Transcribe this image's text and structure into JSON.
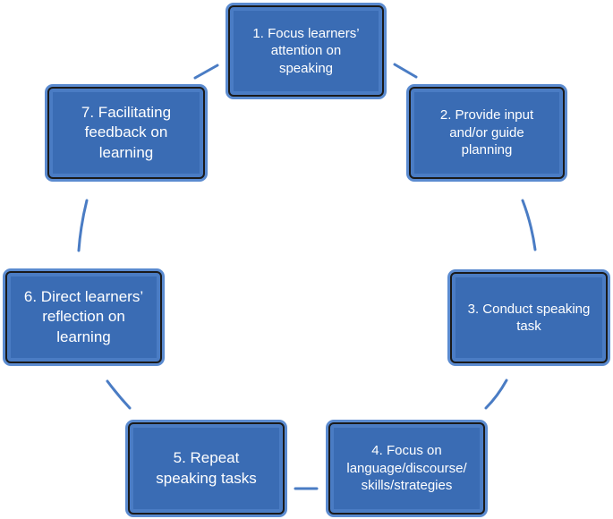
{
  "diagram": {
    "steps": [
      {
        "id": "s1",
        "label": "1. Focus learners’\nattention on\nspeaking"
      },
      {
        "id": "s2",
        "label": "2. Provide input\nand/or guide\nplanning"
      },
      {
        "id": "s3",
        "label": "3. Conduct speaking\ntask"
      },
      {
        "id": "s4",
        "label": "4. Focus on\nlanguage/discourse/\nskills/strategies"
      },
      {
        "id": "s5",
        "label": "5. Repeat\nspeaking tasks"
      },
      {
        "id": "s6",
        "label": "6. Direct learners’\nreflection on\nlearning"
      },
      {
        "id": "s7",
        "label": "7. Facilitating\nfeedback on\nlearning"
      }
    ],
    "colors": {
      "box_fill": "#3a6cb4",
      "box_border": "#1a1a1a",
      "connector": "#4a7cc4",
      "text": "#ffffff"
    }
  }
}
